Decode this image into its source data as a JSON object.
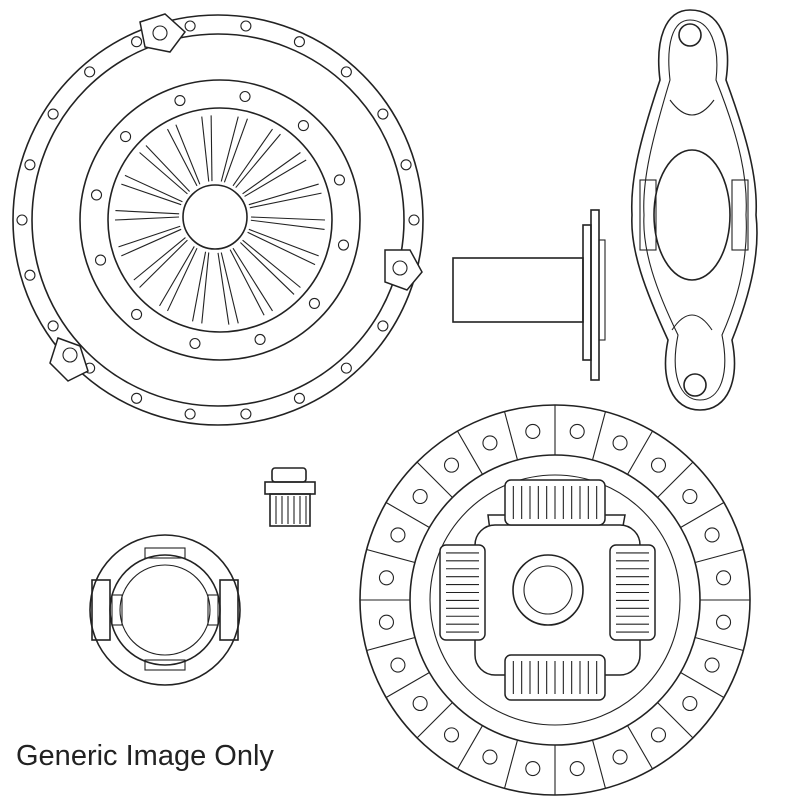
{
  "caption": "Generic Image Only",
  "parts": [
    {
      "name": "pressure-plate"
    },
    {
      "name": "release-bearing-guide-tube"
    },
    {
      "name": "release-fork"
    },
    {
      "name": "pilot-bearing"
    },
    {
      "name": "release-bearing"
    },
    {
      "name": "clutch-disc"
    }
  ],
  "colors": {
    "line": "#222222",
    "background": "#ffffff"
  }
}
